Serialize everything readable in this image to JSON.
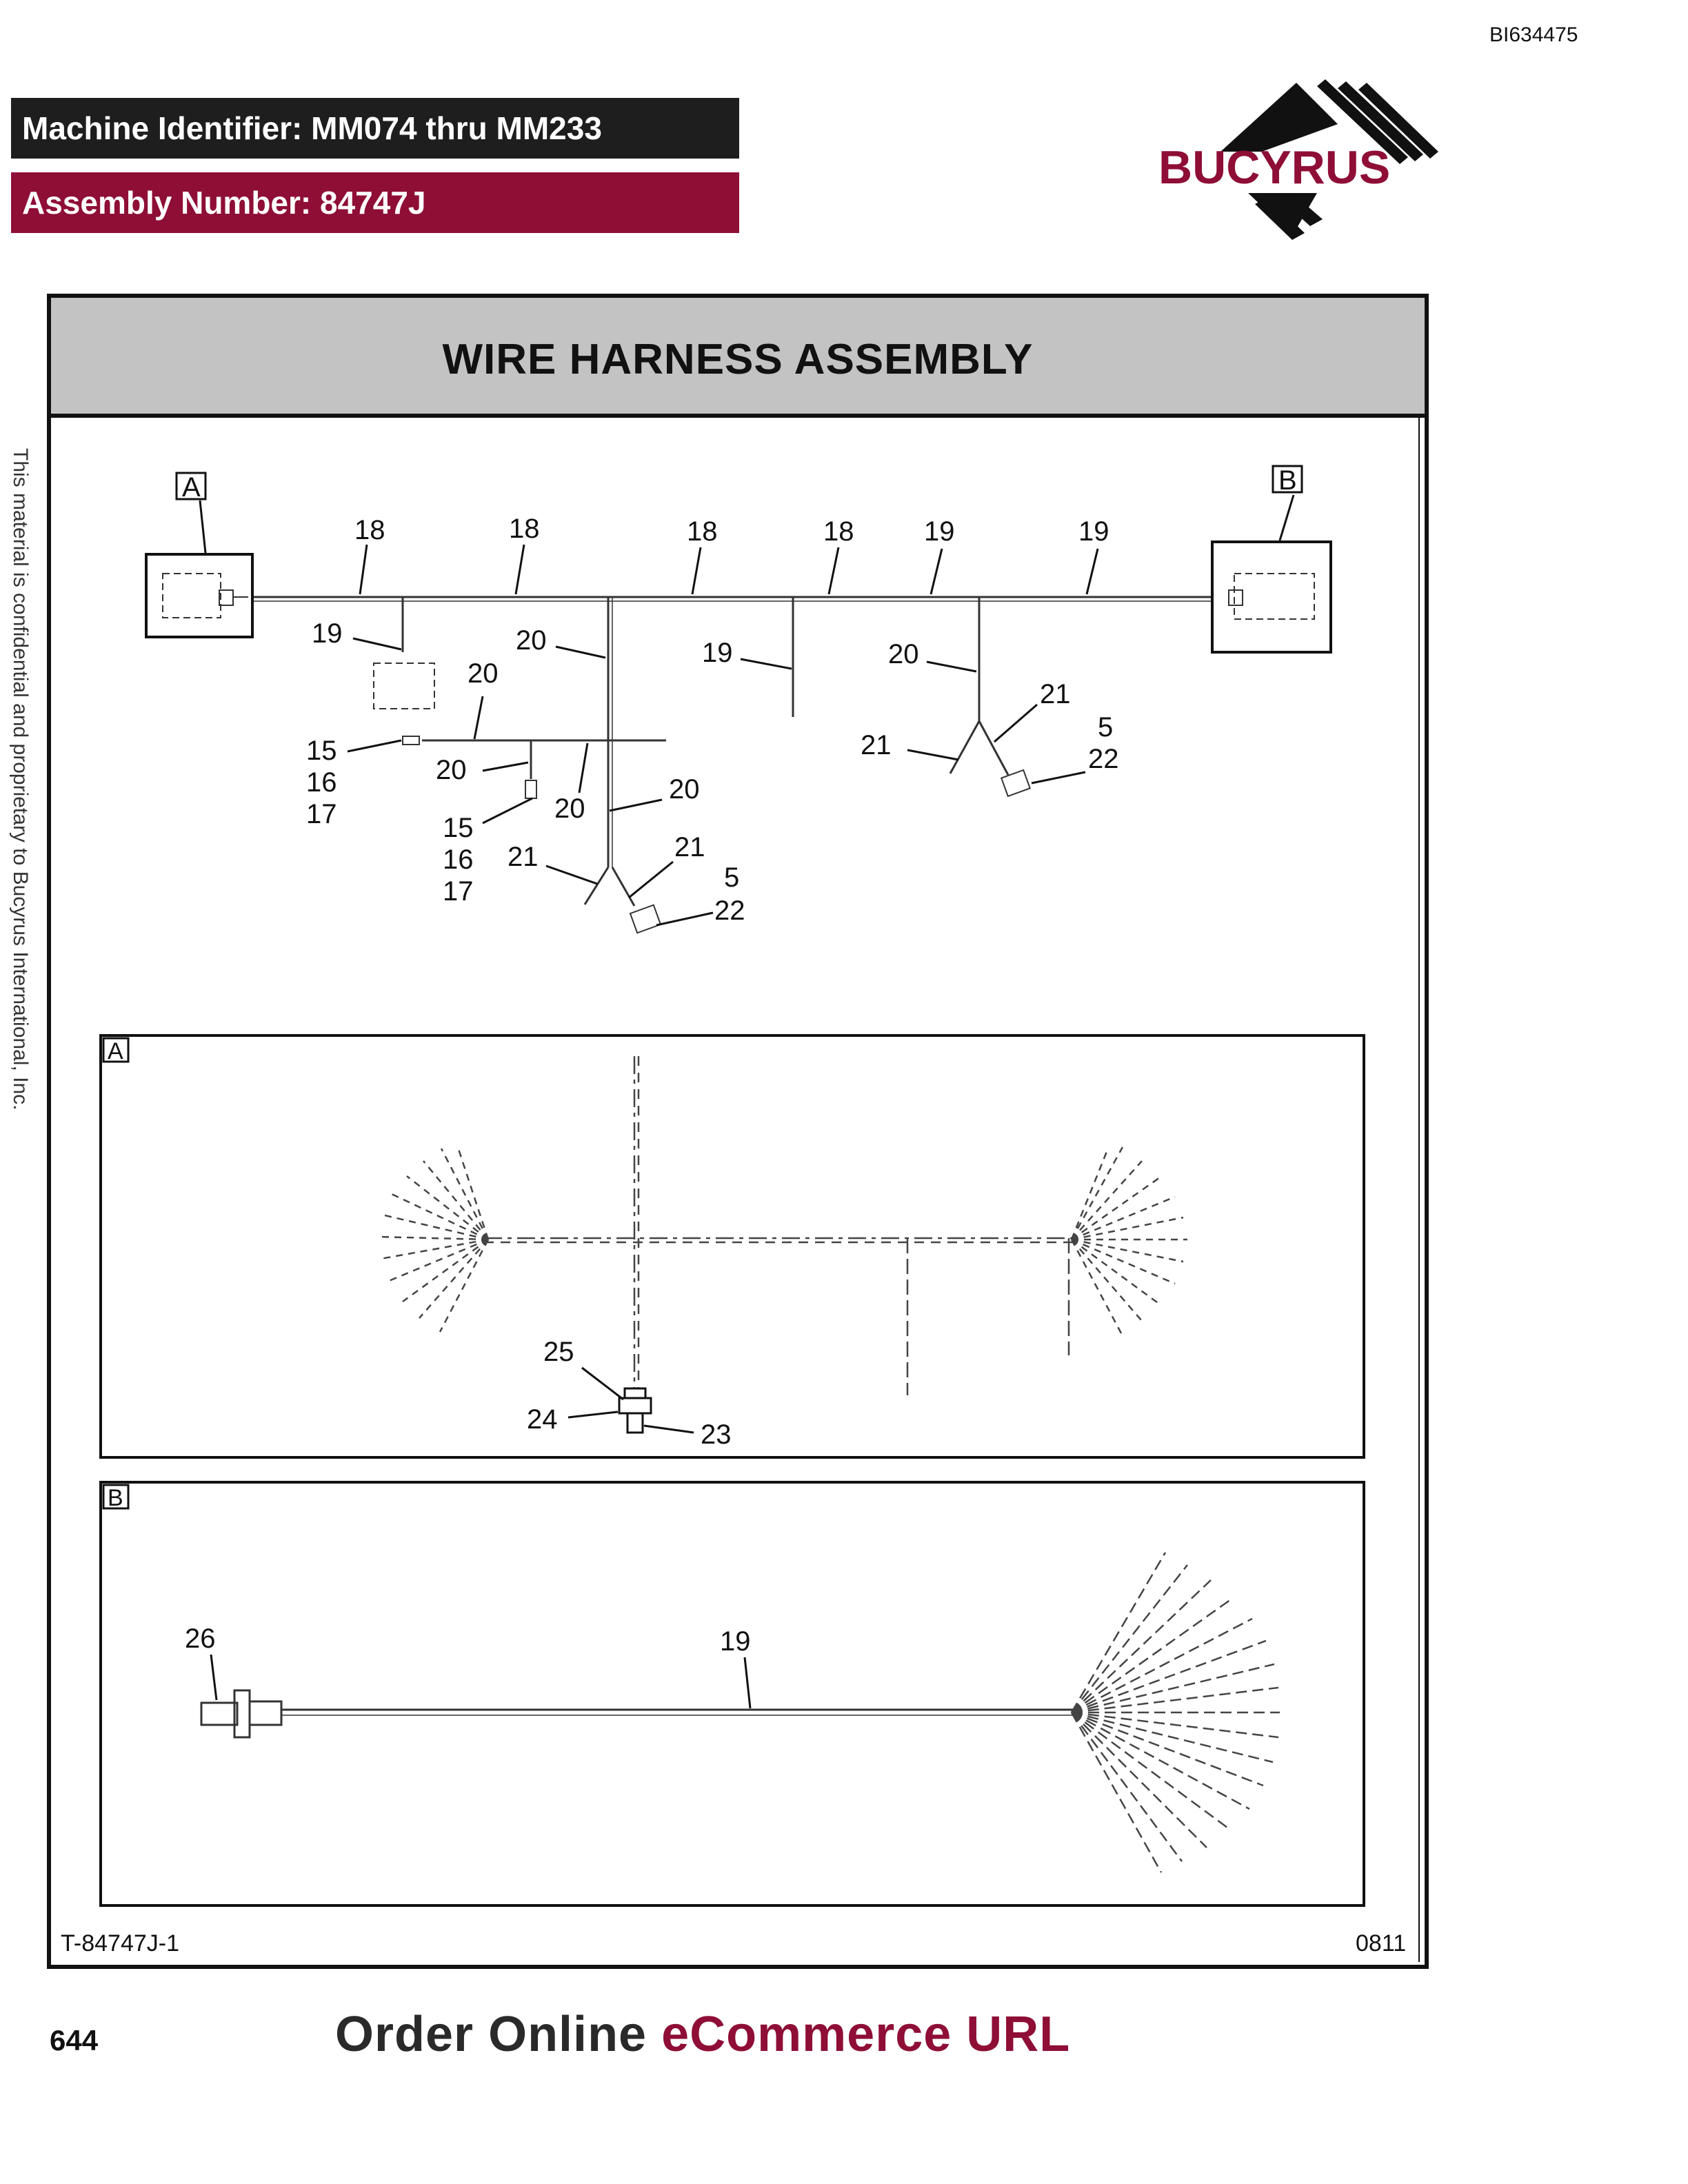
{
  "header": {
    "doc_id": "BI634475",
    "machine_identifier": "Machine Identifier: MM074 thru MM233",
    "assembly_number": "Assembly Number: 84747J",
    "brand": "BUCYRUS",
    "brand_color": "#8e0e36"
  },
  "side_note": "This material is confidential and proprietary to Bucyrus International, Inc.",
  "diagram": {
    "title": "WIRE HARNESS ASSEMBLY",
    "callouts_main": {
      "view_a": "A",
      "view_b": "B",
      "c18a": "18",
      "c18b": "18",
      "c18c": "18",
      "c18d": "18",
      "c19a": "19",
      "c19b": "19",
      "c19c": "19",
      "c19d": "19",
      "c20a": "20",
      "c20b": "20",
      "c20c": "20",
      "c20d": "20",
      "c20e": "20",
      "c20f": "20",
      "c15a": "15",
      "c16a": "16",
      "c17a": "17",
      "c15b": "15",
      "c16b": "16",
      "c17b": "17",
      "c21a": "21",
      "c21b": "21",
      "c21c": "21",
      "c21d": "21",
      "c5a": "5",
      "c22a": "22",
      "c5b": "5",
      "c22b": "22"
    },
    "detail_a": {
      "label": "A",
      "c25": "25",
      "c24": "24",
      "c23": "23"
    },
    "detail_b": {
      "label": "B",
      "c26": "26",
      "c19": "19"
    },
    "figure_id": "T-84747J-1",
    "figure_date": "0811"
  },
  "footer": {
    "page_number": "644",
    "order_prefix": "Order Online ",
    "order_link": "eCommerce URL"
  }
}
